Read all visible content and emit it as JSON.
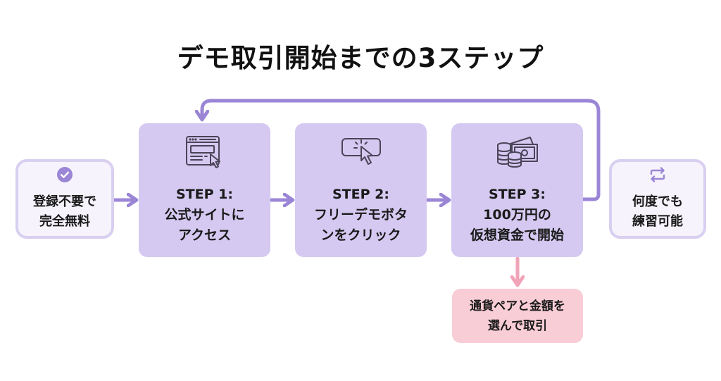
{
  "title": "デモ取引開始までの3ステップ",
  "colors": {
    "accent": "#9b86d6",
    "step_fill": "#d5c9f1",
    "side_fill": "#f6f3fc",
    "side_border": "#d9cff0",
    "result_fill": "#f9cdd6",
    "result_arrow": "#f1a3b8",
    "icon_stroke": "#4a4458"
  },
  "left_box": {
    "icon": "check-circle-icon",
    "lines": [
      "登録不要で",
      "完全無料"
    ]
  },
  "steps": [
    {
      "icon": "browser-click-icon",
      "label": "STEP 1:",
      "lines": [
        "公式サイトに",
        "アクセス"
      ]
    },
    {
      "icon": "button-click-icon",
      "label": "STEP 2:",
      "lines": [
        "フリーデモボタ",
        "ンをクリック"
      ]
    },
    {
      "icon": "money-coins-icon",
      "label": "STEP 3:",
      "lines": [
        "100万円の",
        "仮想資金で開始"
      ]
    }
  ],
  "right_box": {
    "icon": "repeat-icon",
    "lines": [
      "何度でも",
      "練習可能"
    ]
  },
  "result_box": {
    "lines": [
      "通貨ペアと金額を",
      "選んで取引"
    ]
  }
}
